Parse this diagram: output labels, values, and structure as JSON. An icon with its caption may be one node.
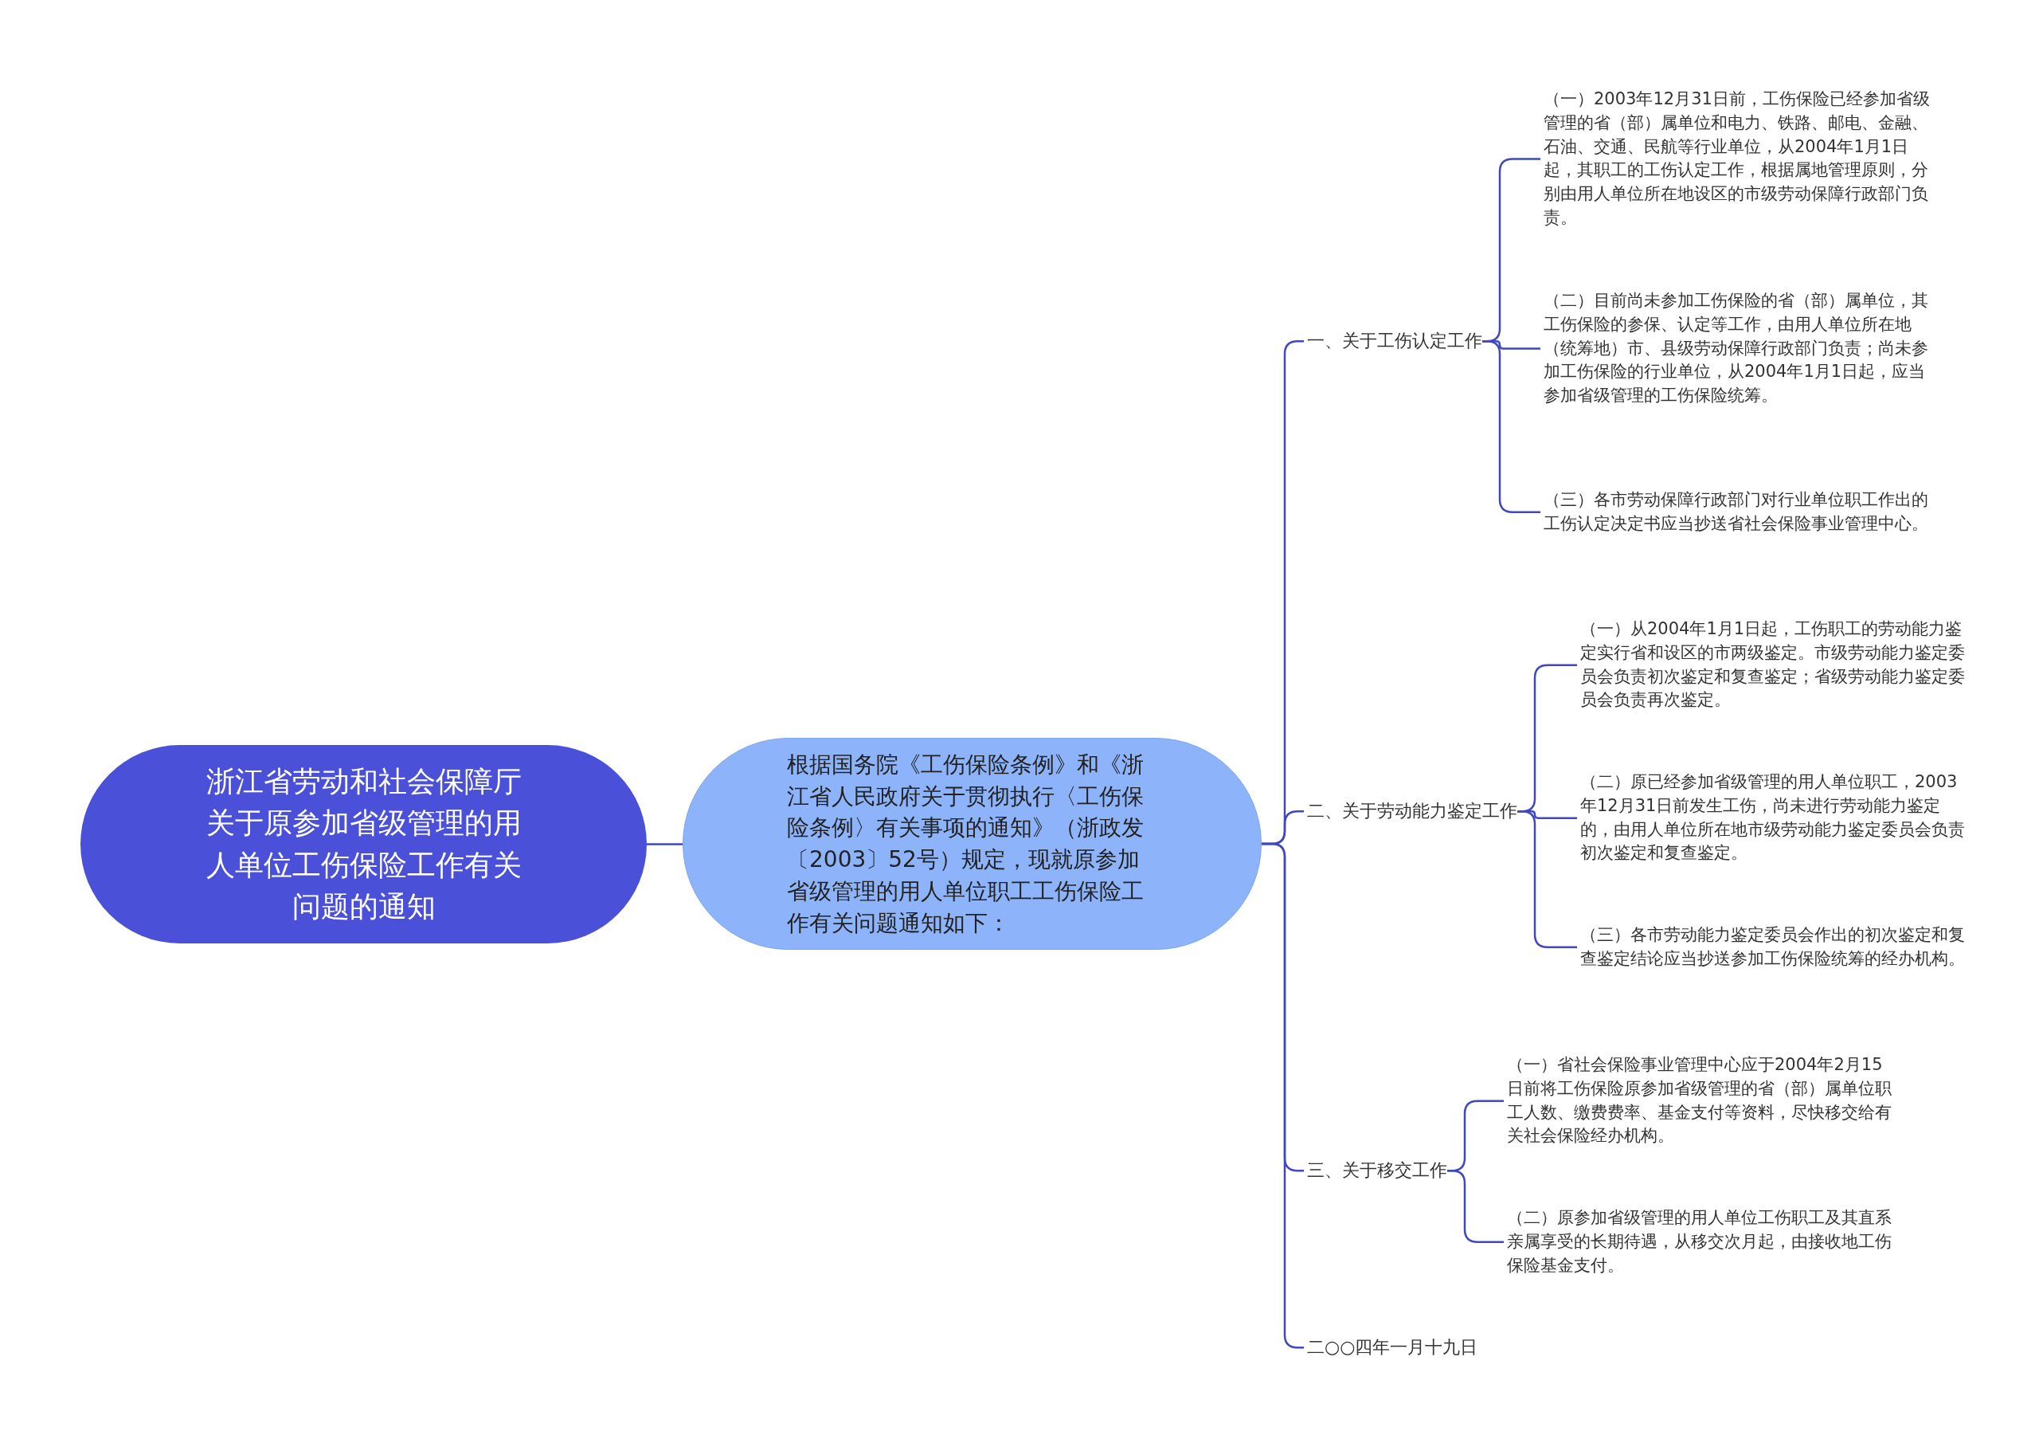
{
  "diagram": {
    "nodes": [
      {
        "text": [
          "浙江省劳动和社会保障厅关于原参加省级管理的用人单位工伤保险工作有关问题的通知"
        ]
      },
      {
        "text": [
          "根据国务院《工伤保险条例》和《浙江省人民政府关于贯彻执行〈工伤保险条例〉有关事项的通知》（浙政发〔2003〕52号）规定，现就原参加省级管理的用人单位职工工伤保险工作有关问题通知如下："
        ]
      },
      {
        "text": [
          "一、关于工伤认定工作"
        ]
      },
      {
        "text": [
          "（一）2003年12月31日前，工伤保险已经参加省级管理的省（部）属单位和电力、铁路、邮电、金融、石油、交通、民航等行业单位，从2004年1月1日起，其职工的工伤认定工作，根据属地管理原则，分别由用人单位所在地设区的市级劳动保障行政部门负责。"
        ]
      },
      {
        "text": [
          "（二）目前尚未参加工伤保险的省（部）属单位，其工伤保险的参保、认定等工作，由用人单位所在地（统筹地）市、县级劳动保障行政部门负责；尚未参加工伤保险的行业单位，从2004年1月1日起，应当参加省级管理的工伤保险统筹。"
        ]
      },
      {
        "text": [
          "（三）各市劳动保障行政部门对行业单位职工作出的工伤认定决定书应当抄送省社会保险事业管理中心。"
        ]
      },
      {
        "text": [
          "二、关于劳动能力鉴定工作"
        ]
      },
      {
        "text": [
          "（一）从2004年1月1日起，工伤职工的劳动能力鉴定实行省和设区的市两级鉴定。市级劳动能力鉴定委员会负责初次鉴定和复查鉴定；省级劳动能力鉴定委员会负责再次鉴定。"
        ]
      },
      {
        "text": [
          "（二）原已经参加省级管理的用人单位职工，2003年12月31日前发生工伤，尚未进行劳动能力鉴定的，由用人单位所在地市级劳动能力鉴定委员会负责初次鉴定和复查鉴定。"
        ]
      },
      {
        "text": [
          "（三）各市劳动能力鉴定委员会作出的初次鉴定和复查鉴定结论应当抄送参加工伤保险统筹的经办机构。"
        ]
      },
      {
        "text": [
          "三、关于移交工作"
        ]
      },
      {
        "text": [
          "（一）省社会保险事业管理中心应于2004年2月15日前将工伤保险原参加省级管理的省（部）属单位职工人数、缴费费率、基金支付等资料，尽快移交给有关社会保险经办机构。"
        ]
      },
      {
        "text": [
          "（二）原参加省级管理的用人单位工伤职工及其直系亲属享受的长期待遇，从移交次月起，由接收地工伤保险基金支付。"
        ]
      },
      {
        "text": [
          "二○○四年一月十九日"
        ]
      }
    ],
    "edges": [
      {
        "from": 0,
        "to": 1,
        "arrow": "none"
      },
      {
        "from": 1,
        "to": 2,
        "arrow": "none"
      },
      {
        "from": 1,
        "to": 6,
        "arrow": "none"
      },
      {
        "from": 1,
        "to": 10,
        "arrow": "none"
      },
      {
        "from": 1,
        "to": 13,
        "arrow": "none"
      },
      {
        "from": 2,
        "to": 3,
        "arrow": "none"
      },
      {
        "from": 2,
        "to": 4,
        "arrow": "none"
      },
      {
        "from": 2,
        "to": 5,
        "arrow": "none"
      },
      {
        "from": 6,
        "to": 7,
        "arrow": "none"
      },
      {
        "from": 6,
        "to": 8,
        "arrow": "none"
      },
      {
        "from": 6,
        "to": 9,
        "arrow": "none"
      },
      {
        "from": 10,
        "to": 11,
        "arrow": "none"
      },
      {
        "from": 10,
        "to": 12,
        "arrow": "none"
      }
    ]
  }
}
